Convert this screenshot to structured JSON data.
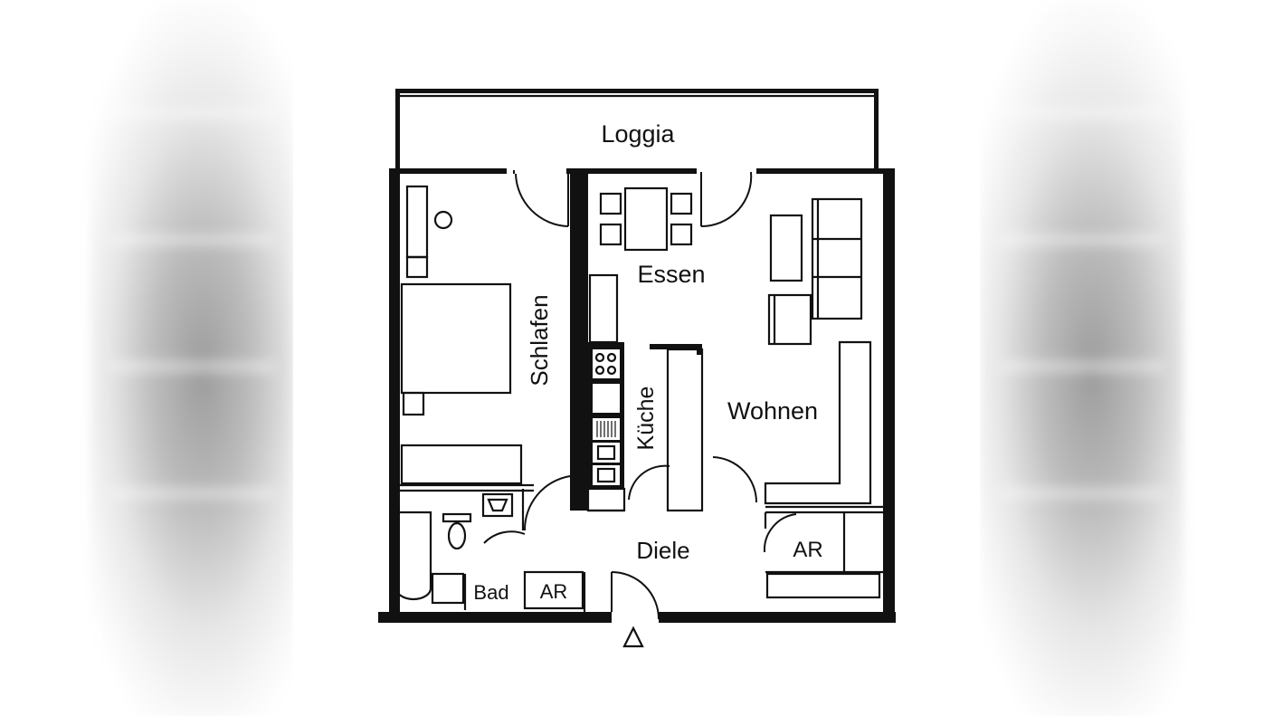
{
  "rooms": {
    "loggia": "Loggia",
    "schlafen": "Schlafen",
    "essen": "Essen",
    "kueche": "Küche",
    "wohnen": "Wohnen",
    "diele": "Diele",
    "bad": "Bad",
    "ar_bad": "AR",
    "ar_right": "AR"
  },
  "colors": {
    "wall": "#111111",
    "background": "#ffffff"
  }
}
